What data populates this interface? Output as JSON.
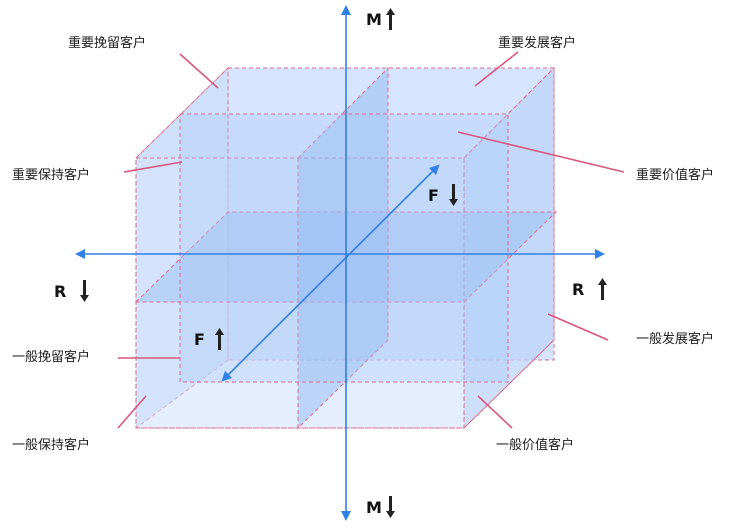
{
  "segments": {
    "important_retain": "重要挽留客户",
    "important_develop": "重要发展客户",
    "important_keep": "重要保持客户",
    "important_value": "重要价值客户",
    "general_retain": "一般挽留客户",
    "general_develop": "一般发展客户",
    "general_keep": "一般保持客户",
    "general_value": "一般价值客户"
  },
  "axes": {
    "m_top": {
      "letter": "M",
      "direction": "up"
    },
    "m_bottom": {
      "letter": "M",
      "direction": "down"
    },
    "r_left": {
      "letter": "R",
      "direction": "down"
    },
    "r_right": {
      "letter": "R",
      "direction": "up"
    },
    "f_upper": {
      "letter": "F",
      "direction": "down"
    },
    "f_lower": {
      "letter": "F",
      "direction": "up"
    }
  },
  "colors": {
    "axis": "#2f80e8",
    "leader_line": "#d9577a",
    "cube_edge": "#e06b8b",
    "cube_fill": "#b9d2f7"
  }
}
